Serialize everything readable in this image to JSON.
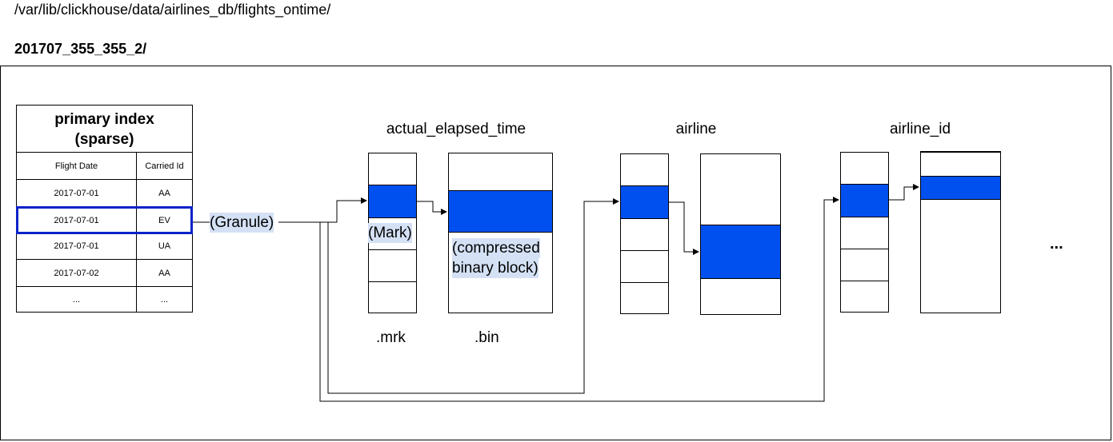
{
  "header": {
    "path": "/var/lib/clickhouse/data/airlines_db/flights_ontime/",
    "part": "201707_355_355_2/"
  },
  "primary_index": {
    "title_line1": "primary index",
    "title_line2": "(sparse)",
    "columns": [
      "Flight Date",
      "Carried Id"
    ],
    "rows": [
      [
        "2017-07-01",
        "AA"
      ],
      [
        "2017-07-01",
        "EV"
      ],
      [
        "2017-07-01",
        "UA"
      ],
      [
        "2017-07-02",
        "AA"
      ],
      [
        "...",
        "..."
      ]
    ],
    "highlighted_row": 1
  },
  "labels": {
    "granule": "(Granule)",
    "mark": "(Mark)",
    "compressed_line1": "(compressed",
    "compressed_line2": "binary block)",
    "mrk": ".mrk",
    "bin": ".bin",
    "ellipsis": "..."
  },
  "columns": [
    {
      "name": "actual_elapsed_time"
    },
    {
      "name": "airline"
    },
    {
      "name": "airline_id"
    }
  ],
  "colors": {
    "highlight_fill": "#0050ef",
    "index_highlight_border": "#0a23c8",
    "label_background": "#d4e1f5"
  }
}
